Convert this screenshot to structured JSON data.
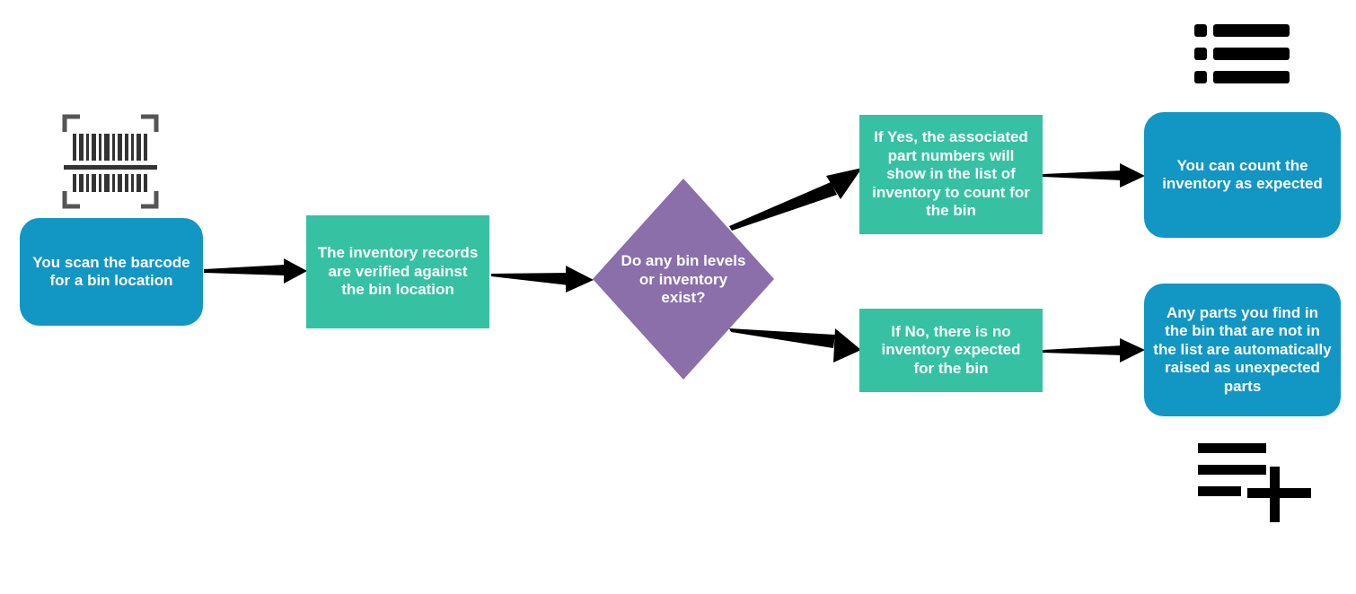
{
  "nodes": {
    "scan": "You scan the barcode for a bin location",
    "verify": "The inventory records are verified against the bin location",
    "decision": "Do any bin levels or inventory exist?",
    "yes": "If Yes, the associated part numbers will show in the list of inventory to count for the bin",
    "no": "If No, there is no inventory expected for the bin",
    "count": "You can count the inventory as expected",
    "unexpected": "Any parts you find in the bin that are not in the list are automatically raised as unexpected parts"
  },
  "icons": {
    "barcode": "barcode-scan-icon",
    "list": "list-icon",
    "add_list": "playlist-add-icon"
  },
  "colors": {
    "start_end": "#1296c4",
    "process": "#37c1a3",
    "decision": "#8a6fab",
    "arrow": "#000000"
  }
}
